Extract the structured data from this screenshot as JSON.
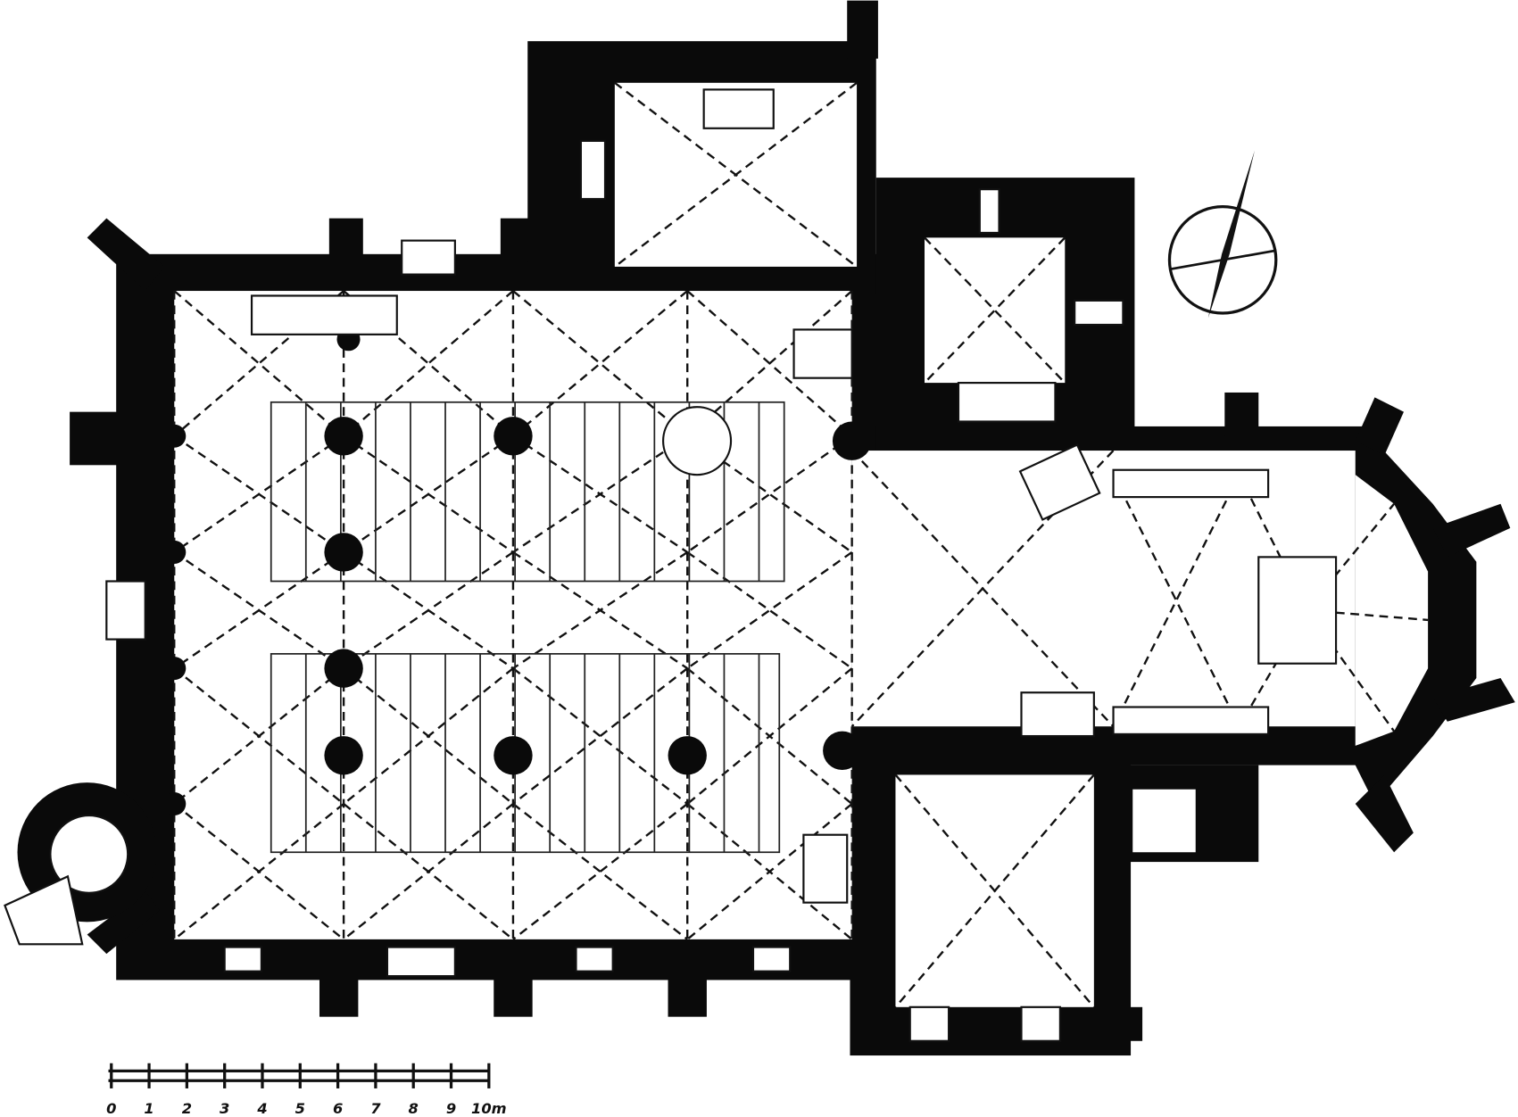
{
  "title": "Church floor plan",
  "scale_bar": {
    "unit": "m",
    "labels": [
      "0",
      "1",
      "2",
      "3",
      "4",
      "5",
      "6",
      "7",
      "8",
      "9",
      "10m"
    ]
  },
  "compass": {
    "icon": "north-arrow-icon"
  }
}
